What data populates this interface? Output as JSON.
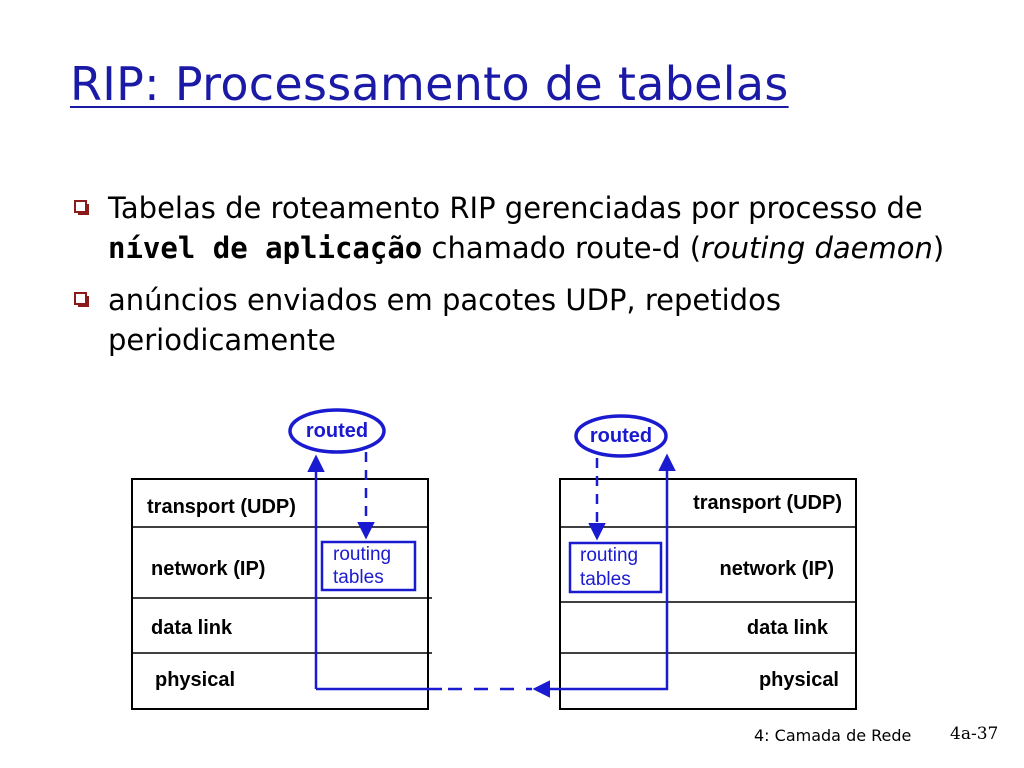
{
  "slide": {
    "title": "RIP: Processamento de tabelas",
    "bullets": [
      {
        "parts": [
          {
            "text": "Tabelas de roteamento RIP gerenciadas por processo de ",
            "style": "normal"
          },
          {
            "text": "nível de aplicação",
            "style": "bold"
          },
          {
            "text": " chamado route-d (",
            "style": "normal"
          },
          {
            "text": "routing daemon",
            "style": "italic"
          },
          {
            "text": ")",
            "style": "normal"
          }
        ]
      },
      {
        "parts": [
          {
            "text": "anúncios enviados em pacotes UDP, repetidos periodicamente",
            "style": "normal"
          }
        ]
      }
    ],
    "footer": {
      "section": "4: Camada de Rede",
      "page": "4a-37"
    }
  },
  "diagram": {
    "left_host": {
      "daemon": "routed",
      "layers": {
        "transport": "transport (UDP)",
        "network": "network (IP)",
        "datalink": "data link",
        "physical": "physical"
      },
      "tables": {
        "line1": "routing",
        "line2": "tables"
      }
    },
    "right_host": {
      "daemon": "routed",
      "layers": {
        "transport": "transport (UDP)",
        "network": "network (IP)",
        "datalink": "data link",
        "physical": "physical"
      },
      "tables": {
        "line1": "routing",
        "line2": "tables"
      }
    },
    "colors": {
      "accent": "#1a1ad0",
      "title": "#1a1aa6",
      "bullet": "#8b1a1a"
    }
  }
}
